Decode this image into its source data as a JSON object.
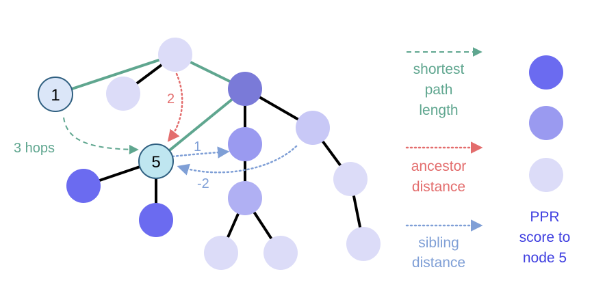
{
  "colors": {
    "tree_edge": "#000000",
    "shortest_path": "#5fa68f",
    "ancestor": "#e36d6d",
    "sibling": "#7f9fd6",
    "ppr_high": "#6b6bf0",
    "ppr_mid": "#9a9af0",
    "ppr_low": "#dcdcf8",
    "root_fill": "#dbe6f8",
    "node5_fill": "#bfe6f0",
    "node_stroke": "#2f5f80",
    "ppr_title": "#3f3fe0"
  },
  "nodes": {
    "node_1": {
      "label": "1"
    },
    "node_5": {
      "label": "5"
    }
  },
  "annotations": {
    "hops": "3 hops",
    "ancestor_value": "2",
    "sibling_forward": "1",
    "sibling_back": "-2"
  },
  "legend": {
    "shortest_path": [
      "shortest",
      "path",
      "length"
    ],
    "ancestor": [
      "ancestor",
      "distance"
    ],
    "sibling": [
      "sibling",
      "distance"
    ],
    "ppr": [
      "PPR",
      "score to",
      "node 5"
    ]
  }
}
